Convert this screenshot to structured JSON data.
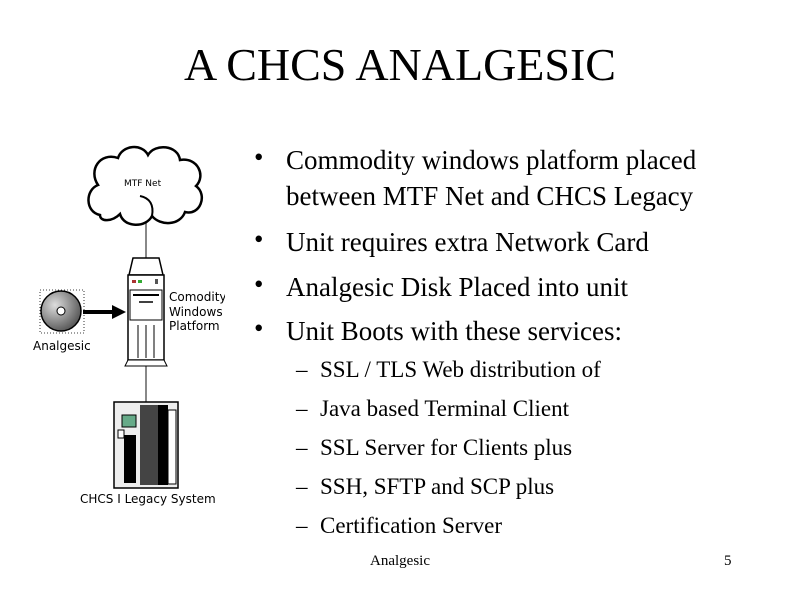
{
  "title": "A CHCS ANALGESIC",
  "bullets": [
    {
      "text": "Commodity windows platform placed",
      "cont": "between MTF Net and CHCS Legacy"
    },
    {
      "text": "Unit requires extra Network Card"
    },
    {
      "text": "Analgesic Disk Placed into unit"
    },
    {
      "text": "Unit Boots with these services:"
    }
  ],
  "subbullets": [
    "SSL / TLS Web distribution of",
    "Java based Terminal Client",
    "SSL Server for Clients plus",
    "SSH,  SFTP and SCP plus",
    "Certification Server"
  ],
  "diagram": {
    "cloud_label": "MTF Net",
    "platform_label": [
      "Comodity",
      "Windows",
      "Platform"
    ],
    "disk_label": "Analgesic",
    "legacy_label": "CHCS I Legacy System"
  },
  "footer": {
    "center": "Analgesic",
    "page": "5"
  }
}
